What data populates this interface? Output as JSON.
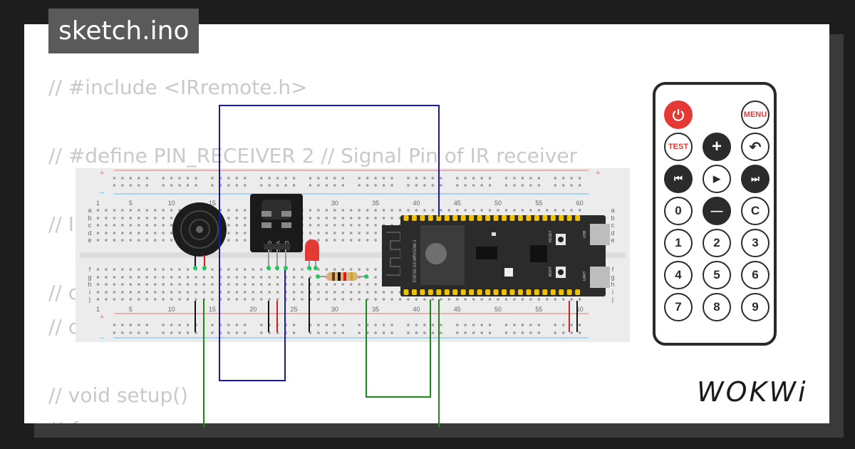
{
  "title": "sketch.ino",
  "code_lines": [
    "// #include <IRremote.h>",
    "// #define PIN_RECEIVER 2 // Signal Pin of IR receiver",
    "// I",
    "// c",
    "// c",
    "// void setup()",
    "// {"
  ],
  "breadboard": {
    "columns_top": [
      "1",
      "5",
      "10",
      "15",
      "20",
      "25",
      "30",
      "35",
      "40",
      "45",
      "50",
      "55",
      "60"
    ],
    "rows_top": [
      "a",
      "b",
      "c",
      "d",
      "e"
    ],
    "rows_bottom": [
      "f",
      "g",
      "h",
      "i",
      "j"
    ],
    "rail_plus": "+",
    "rail_minus": "−"
  },
  "ir_receiver": {
    "pins": [
      "GND",
      "VCC",
      "DAT"
    ]
  },
  "esp32": {
    "module_label": "ESP32-S3-WROOM-1",
    "button_reset": "RESET",
    "button_boot": "BOOT",
    "port_usb": "USB",
    "port_uart": "UART"
  },
  "remote": {
    "buttons": [
      {
        "id": "power",
        "label": "",
        "style": "red"
      },
      {
        "id": "menu",
        "label": "MENU",
        "style": "redtext"
      },
      {
        "id": "test",
        "label": "TEST",
        "style": "redtext"
      },
      {
        "id": "plus",
        "label": "+",
        "style": "dark"
      },
      {
        "id": "back",
        "label": "↶",
        "style": "light"
      },
      {
        "id": "prev",
        "label": "⏮",
        "style": "dark"
      },
      {
        "id": "play",
        "label": "▶",
        "style": "light"
      },
      {
        "id": "next",
        "label": "⏭",
        "style": "dark"
      },
      {
        "id": "zero",
        "label": "0",
        "style": "light"
      },
      {
        "id": "minus",
        "label": "—",
        "style": "dark"
      },
      {
        "id": "clear",
        "label": "C",
        "style": "light"
      },
      {
        "id": "one",
        "label": "1",
        "style": "light"
      },
      {
        "id": "two",
        "label": "2",
        "style": "light"
      },
      {
        "id": "three",
        "label": "3",
        "style": "light"
      },
      {
        "id": "four",
        "label": "4",
        "style": "light"
      },
      {
        "id": "five",
        "label": "5",
        "style": "light"
      },
      {
        "id": "six",
        "label": "6",
        "style": "light"
      },
      {
        "id": "seven",
        "label": "7",
        "style": "light"
      },
      {
        "id": "eight",
        "label": "8",
        "style": "light"
      },
      {
        "id": "nine",
        "label": "9",
        "style": "light"
      }
    ]
  },
  "logo": "WOKWi",
  "colors": {
    "wire_blue": "#1616c8",
    "wire_green": "#1a8a1a",
    "wire_red": "#d81b1b",
    "wire_black": "#111111",
    "led": "#e53935"
  }
}
